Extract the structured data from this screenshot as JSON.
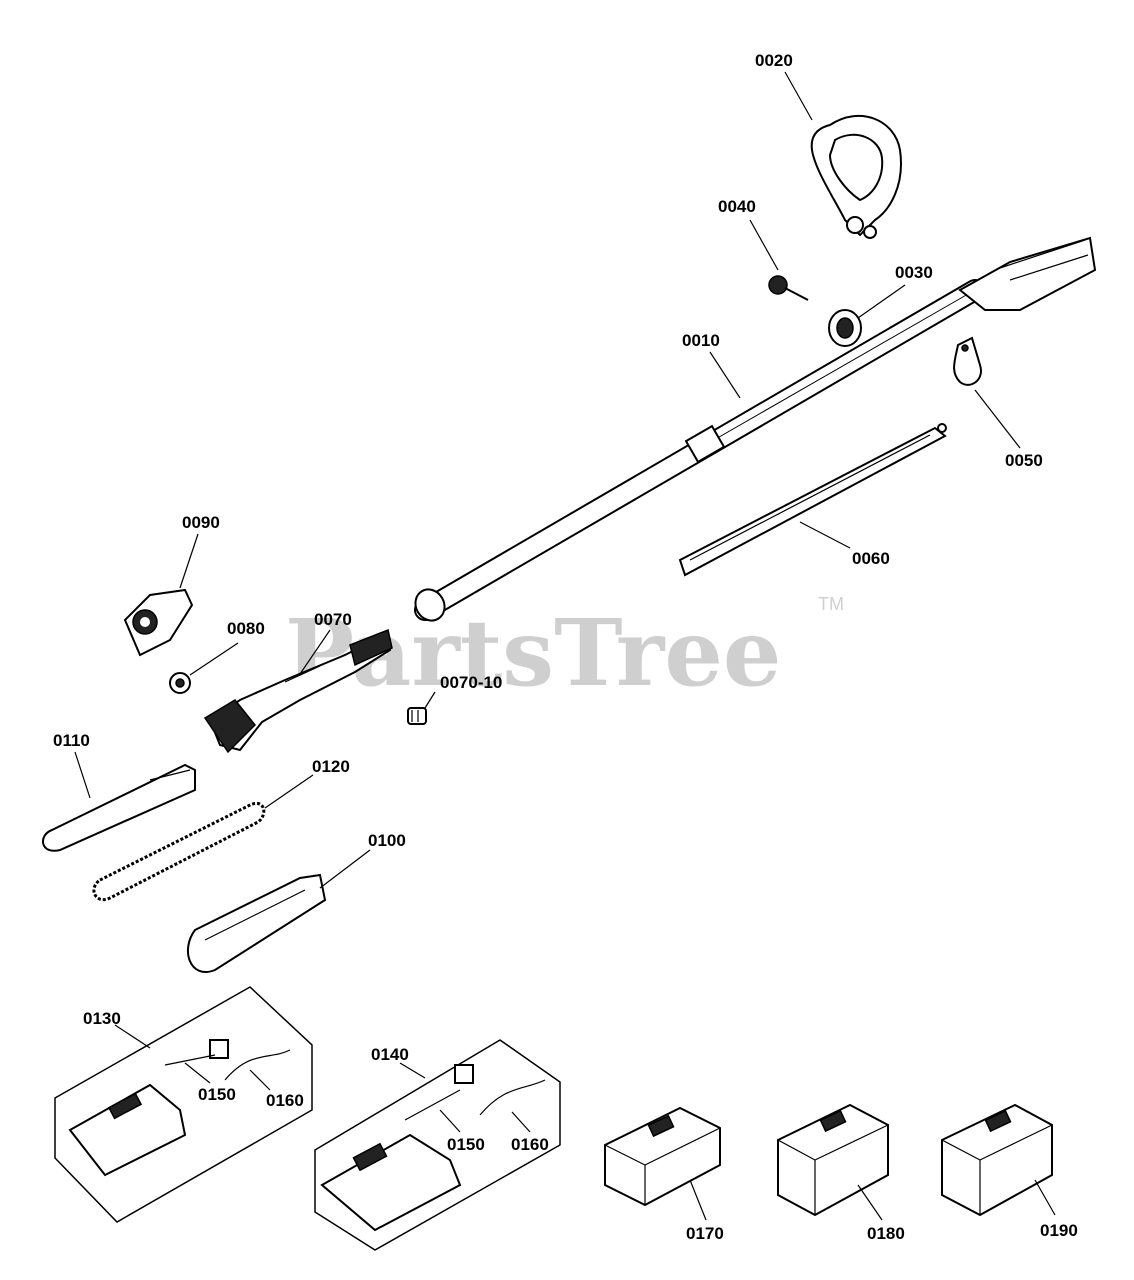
{
  "watermark": {
    "text": "PartsTree",
    "tm": "TM"
  },
  "parts": {
    "p0010": "0010",
    "p0020": "0020",
    "p0030": "0030",
    "p0040": "0040",
    "p0050": "0050",
    "p0060": "0060",
    "p0070": "0070",
    "p0070_10": "0070-10",
    "p0080": "0080",
    "p0090": "0090",
    "p0100": "0100",
    "p0110": "0110",
    "p0120": "0120",
    "p0130": "0130",
    "p0140": "0140",
    "p0150a": "0150",
    "p0160a": "0160",
    "p0150b": "0150",
    "p0160b": "0160",
    "p0170": "0170",
    "p0180": "0180",
    "p0190": "0190"
  }
}
